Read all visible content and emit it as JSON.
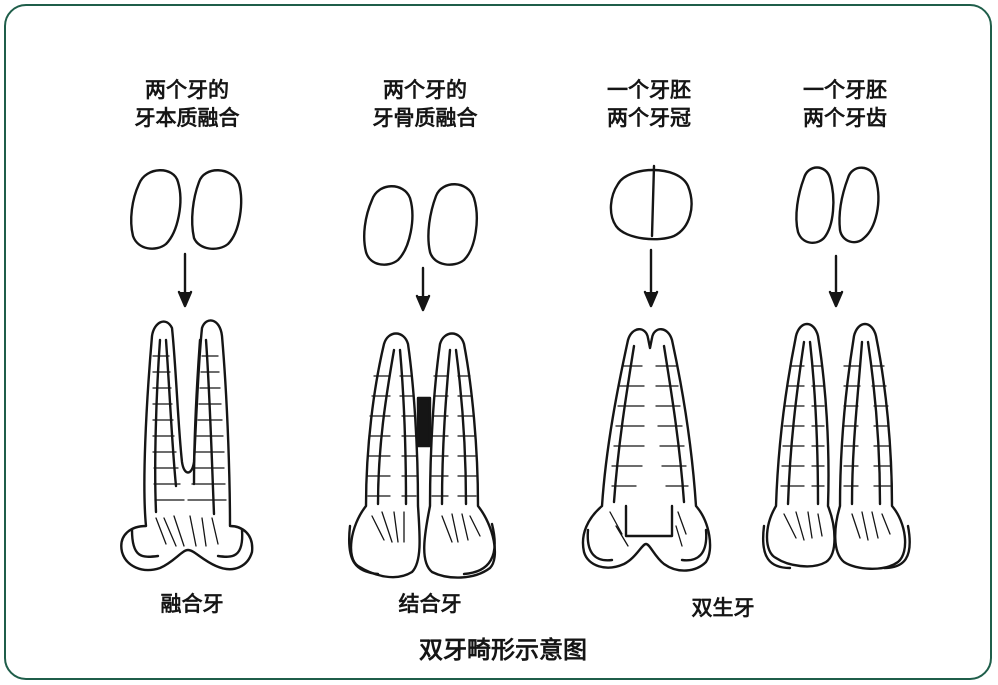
{
  "panels": [
    {
      "label_line1": "两个牙的",
      "label_line2": "牙本质融合"
    },
    {
      "label_line1": "两个牙的",
      "label_line2": "牙骨质融合"
    },
    {
      "label_line1": "一个牙胚",
      "label_line2": "两个牙冠"
    },
    {
      "label_line1": "一个牙胚",
      "label_line2": "两个牙齿"
    }
  ],
  "captions": {
    "fusion": "融合牙",
    "concrescence": "结合牙",
    "gemination": "双生牙"
  },
  "title": "双牙畸形示意图",
  "colors": {
    "border": "#1f5e4a",
    "ink": "#151515",
    "background": "#ffffff"
  }
}
